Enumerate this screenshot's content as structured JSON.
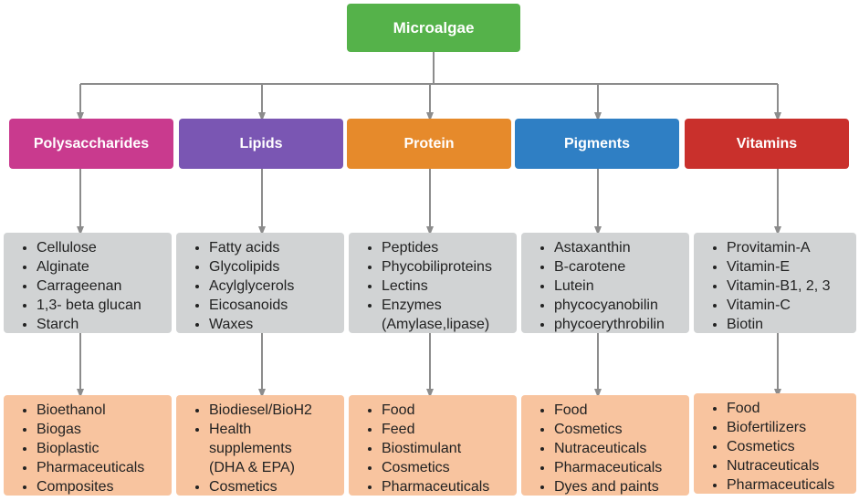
{
  "root": {
    "label": "Microalgae",
    "color": "#55b24a"
  },
  "categories": [
    {
      "label": "Polysaccharides",
      "color": "#c93a8e",
      "components": [
        "Cellulose",
        "Alginate",
        "Carrageenan",
        "1,3- beta glucan",
        "Starch"
      ],
      "applications": [
        "Bioethanol",
        "Biogas",
        "Bioplastic",
        "Pharmaceuticals",
        "Composites"
      ]
    },
    {
      "label": "Lipids",
      "color": "#7a56b3",
      "components": [
        "Fatty acids",
        "Glycolipids",
        "Acylglycerols",
        "Eicosanoids",
        "Waxes"
      ],
      "applications": [
        "Biodiesel/BioH2",
        "Health supplements (DHA & EPA)",
        "Cosmetics"
      ]
    },
    {
      "label": "Protein",
      "color": "#e68a2b",
      "components": [
        "Peptides",
        "Phycobiliproteins",
        "Lectins",
        "Enzymes (Amylase,lipase)"
      ],
      "applications": [
        "Food",
        "Feed",
        "Biostimulant",
        "Cosmetics",
        "Pharmaceuticals"
      ]
    },
    {
      "label": "Pigments",
      "color": "#2f7fc4",
      "components": [
        "Astaxanthin",
        "B-carotene",
        "Lutein",
        "phycocyanobilin",
        "phycoerythrobilin"
      ],
      "applications": [
        "Food",
        "Cosmetics",
        "Nutraceuticals",
        "Pharmaceuticals",
        "Dyes and paints"
      ]
    },
    {
      "label": "Vitamins",
      "color": "#c9302c",
      "components": [
        "Provitamin-A",
        "Vitamin-E",
        "Vitamin-B1, 2, 3",
        "Vitamin-C",
        "Biotin"
      ],
      "applications": [
        "Food",
        "Biofertilizers",
        "Cosmetics",
        "Nutraceuticals",
        "Pharmaceuticals"
      ]
    }
  ],
  "colors": {
    "component_box": "#d1d3d4",
    "application_box": "#f8c49f",
    "connector": "#8c8c8c"
  }
}
